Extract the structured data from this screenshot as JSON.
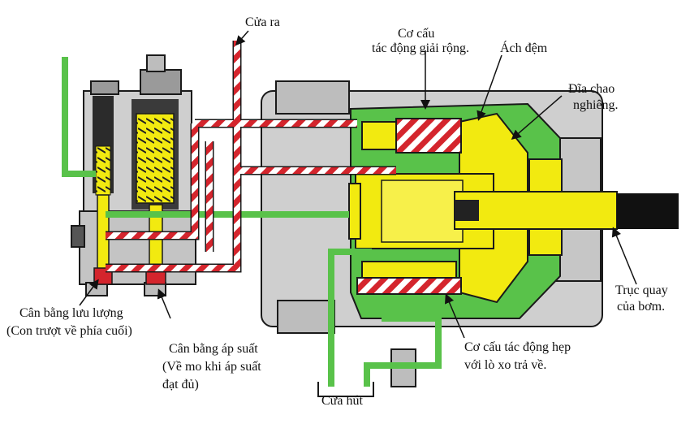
{
  "labels": {
    "outlet": "Cửa ra",
    "wide_actuator_line1": "Cơ cấu",
    "wide_actuator_line2": "tác động giải rộng.",
    "cushion": "Ách đệm",
    "swash_plate_line1": "Đĩa chao",
    "swash_plate_line2": "nghiêng.",
    "shaft_line1": "Trục quay",
    "shaft_line2": "của bơm.",
    "flow_comp_line1": "Cân bằng lưu lượng",
    "flow_comp_line2": "(Con trượt về phía cuối)",
    "pressure_comp_line1": "Cân bằng áp suất",
    "pressure_comp_line2": "(Về mo khi áp suất",
    "pressure_comp_line3": "đạt đủ)",
    "narrow_actuator_line1": "Cơ cấu tác động hẹp",
    "narrow_actuator_line2": "với lò xo trả về.",
    "inlet": "Cửa hút"
  },
  "colors": {
    "housing": "#cfcfcf",
    "housing_dark": "#8e8e8e",
    "outline": "#1a1a1a",
    "green_oil": "#59c24a",
    "yellow_parts": "#f2ea10",
    "red_stripe": "#d4252d",
    "shaft": "#111111"
  }
}
